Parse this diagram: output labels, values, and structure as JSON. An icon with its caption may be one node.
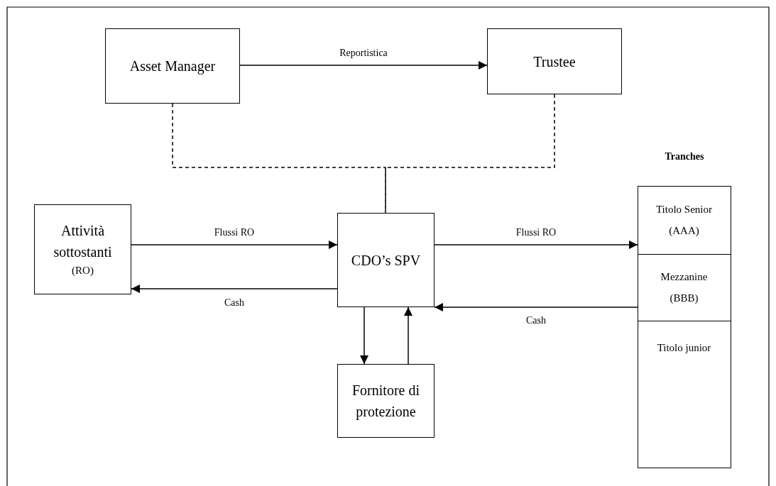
{
  "diagram": {
    "nodes": [
      {
        "text": [
          "Asset Manager"
        ]
      },
      {
        "text": [
          "Trustee"
        ]
      },
      {
        "text": [
          "Attività sottostanti",
          "(RO)"
        ]
      },
      {
        "text": [
          "CDO’s SPV"
        ]
      },
      {
        "text": [
          "Fornitore di protezione"
        ]
      },
      {
        "text": [
          "Tranches"
        ]
      },
      {
        "text": [
          "Titolo Senior",
          "(AAA)"
        ],
        "in": 5
      },
      {
        "text": [
          "Mezzanine",
          "(BBB)"
        ],
        "in": 5
      },
      {
        "text": [
          "Titolo junior"
        ],
        "in": 5
      }
    ],
    "edges": [
      {
        "from": 0,
        "to": 1,
        "arrow": "to",
        "label": "Reportistica"
      },
      {
        "from": 0,
        "to": 3,
        "arrow": "none",
        "style": "dashed"
      },
      {
        "from": 1,
        "to": 3,
        "arrow": "none",
        "style": "dashed"
      },
      {
        "from": 2,
        "to": 3,
        "arrow": "to",
        "label": "Flussi RO"
      },
      {
        "from": 3,
        "to": 2,
        "arrow": "to",
        "label": "Cash"
      },
      {
        "from": 3,
        "to": 5,
        "arrow": "to",
        "label": "Flussi RO"
      },
      {
        "from": 5,
        "to": 3,
        "arrow": "to",
        "label": "Cash"
      },
      {
        "from": 3,
        "to": 4,
        "arrow": "to"
      },
      {
        "from": 4,
        "to": 3,
        "arrow": "to"
      }
    ]
  }
}
